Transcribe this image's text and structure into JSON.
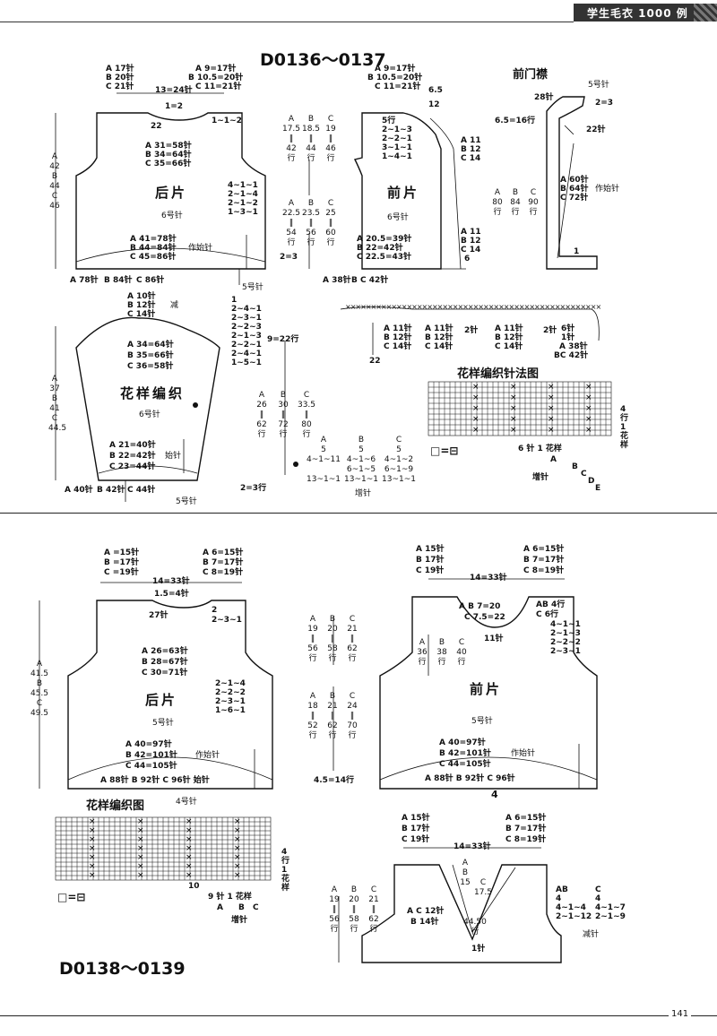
{
  "header": {
    "book_title": "学生毛衣 1000 例"
  },
  "page_number": "141",
  "top": {
    "section_title": "D0136～0137",
    "back": {
      "label": "后片",
      "needle": "6号针",
      "shoulder_left": [
        "A 17针",
        "B 20针",
        "C 21针"
      ],
      "shoulder_right": [
        "A 9=17针",
        "B 10.5=20针",
        "C 11=21针"
      ],
      "neck_width": "13=24针",
      "neck_top": "1=2",
      "neck_mark": "22",
      "neck_dec": "1~1~2",
      "chest": [
        "A 31=58针",
        "B 34=64针",
        "C 35=66针"
      ],
      "armhole_dec": [
        "4~1~1",
        "2~1~4",
        "2~1~2",
        "1~3~1"
      ],
      "hem": [
        "A 41=78针",
        "B 44=84针",
        "C 45=86针"
      ],
      "hem_note": "作始针",
      "bottom": [
        "A 78针",
        "B 84针",
        "C 86针"
      ],
      "bottom_needle": "5号针",
      "height": [
        "A",
        "42",
        "B",
        "44",
        "C",
        "46"
      ]
    },
    "mid_rows_a": {
      "heads": [
        "A",
        "B",
        "C"
      ],
      "vals": [
        "17.5",
        "18.5",
        "19"
      ],
      "rows": [
        "42",
        "44",
        "46"
      ],
      "unit": "行"
    },
    "mid_rows_b": {
      "heads": [
        "A",
        "B",
        "C"
      ],
      "vals": [
        "22.5",
        "23.5",
        "25"
      ],
      "rows": [
        "54",
        "56",
        "60"
      ],
      "unit": "行"
    },
    "mid_rib": "2=3",
    "front": {
      "label": "前片",
      "needle": "6号针",
      "shoulder": [
        "A 9=17针",
        "B 10.5=20针",
        "C 11=21针"
      ],
      "collar": "6.5",
      "collar_mark": "12",
      "neck_dec": [
        "5行",
        "2~1~3",
        "2~2~1",
        "3~1~1",
        "1~4~1"
      ],
      "side_a": [
        "A 11",
        "B 12",
        "C 14"
      ],
      "side_b": [
        "A 11",
        "B 12",
        "C 14"
      ],
      "side_num": "6",
      "hem": [
        "A 20.5=39针",
        "B 22=42针",
        "C 22.5=43针"
      ],
      "bottom": [
        "A 38针",
        "B C 42针"
      ],
      "height": [
        "A",
        "80",
        "B",
        "84",
        "C",
        "90"
      ],
      "height_unit": "行"
    },
    "placket": {
      "title": "前门襟",
      "needle": "5号针",
      "width": "28针",
      "top": "2=3",
      "rows": "6.5=16行",
      "mark": "22针",
      "counts": [
        "A 60针",
        "B 64针",
        "C 72针"
      ],
      "note": "作始针",
      "one": "1"
    },
    "sleeve": {
      "label": "花样编织",
      "needle": "6号针",
      "top": [
        "A 10针",
        "B 12针",
        "C 14针"
      ],
      "top_note": "减",
      "cap_dec": [
        "1",
        "2~4~1",
        "2~3~1",
        "2~2~3",
        "2~1~3",
        "2~2~1",
        "2~4~1",
        "1~5~1"
      ],
      "cap_rows": "9=22行",
      "upper": [
        "A 34=64针",
        "B 35=66针",
        "C 36=58针"
      ],
      "hem": [
        "A 21=40针",
        "B 22=42针",
        "C 23=44针"
      ],
      "hem_note": "始针",
      "bottom": [
        "A 40针",
        "B 42针",
        "C 44针"
      ],
      "bottom_needle": "5号针",
      "height": [
        "A",
        "37",
        "B",
        "41",
        "C",
        "44.5"
      ],
      "rib": "2=3行",
      "rows_heads": [
        "A",
        "B",
        "C"
      ],
      "rows_vals": [
        "26",
        "30",
        "33.5"
      ],
      "rows_rows": [
        "62",
        "72",
        "80"
      ],
      "rows_unit": "行",
      "inc_heads": [
        "A",
        "B",
        "C"
      ],
      "inc_rows": [
        [
          "5",
          "5",
          "5"
        ],
        [
          "4~1~11",
          "4~1~6",
          "4~1~2"
        ],
        [
          "",
          "6~1~5",
          "6~1~9"
        ],
        [
          "13~1~1",
          "13~1~1",
          "13~1~1"
        ]
      ],
      "inc_note": "增针"
    },
    "crochet": {
      "labels_a": [
        "A 11针",
        "B 12针",
        "C 14针"
      ],
      "labels_b": [
        "A 11针",
        "B 12针",
        "C 14针"
      ],
      "mid1": "2针",
      "mid2": "2针",
      "right": [
        "6针",
        "1针"
      ],
      "right_labels": [
        "A 38针",
        "BC 42针"
      ],
      "mark": "22"
    },
    "chart": {
      "title": "花样编织针法图",
      "rows_note": [
        "4",
        "行",
        "1",
        "花",
        "样"
      ],
      "repeat": "6 针 1 花样",
      "marks": [
        "A",
        "B",
        "C",
        "D",
        "E"
      ],
      "inc": "增针",
      "legend": "□=⊟"
    }
  },
  "bottom": {
    "section_title": "D0138～0139",
    "back": {
      "label": "后片",
      "needle": "5号针",
      "shoulder_left": [
        "A =15针",
        "B =17针",
        "C =19针"
      ],
      "shoulder_right": [
        "A 6=15针",
        "B 7=17针",
        "C 8=19针"
      ],
      "neck_width": "14=33针",
      "neck_top": "1.5=4针",
      "neck_mark": "27针",
      "neck_dec": [
        "2",
        "2~3~1"
      ],
      "chest": [
        "A 26=63针",
        "B 28=67针",
        "C 30=71针"
      ],
      "armhole_dec": [
        "2~1~4",
        "2~2~2",
        "2~3~1",
        "1~6~1"
      ],
      "hem": [
        "A 40=97针",
        "B 42=101针",
        "C 44=105针"
      ],
      "hem_note": "作始针",
      "bottom": "A 88针 B 92针 C 96针 始针",
      "height": [
        "A",
        "41.5",
        "B",
        "45.5",
        "C",
        "49.5"
      ]
    },
    "mid_rows_a": {
      "heads": [
        "A",
        "B",
        "C"
      ],
      "vals": [
        "19",
        "20",
        "21"
      ],
      "rows": [
        "56",
        "58",
        "62"
      ],
      "unit": "行"
    },
    "mid_rows_b": {
      "heads": [
        "A",
        "B",
        "C"
      ],
      "vals": [
        "18",
        "21",
        "24"
      ],
      "rows": [
        "52",
        "62",
        "70"
      ],
      "unit": "行"
    },
    "mid_rib": "4.5=14行",
    "front": {
      "label": "前片",
      "needle": "5号针",
      "shoulder_left": [
        "A 15针",
        "B 17针",
        "C 19针"
      ],
      "shoulder_right": [
        "A 6=15针",
        "B 7=17针",
        "C 8=19针"
      ],
      "neck_width": "14=33针",
      "neck_center": [
        "A B 7=20",
        "C 7.5=22"
      ],
      "neck_mark": "11针",
      "neck_right": [
        "AB 4行",
        "C 6行"
      ],
      "neck_dec": [
        "4~1~1",
        "2~1~3",
        "2~2~2",
        "2~3~1"
      ],
      "side_heads": [
        "A",
        "B",
        "C"
      ],
      "side_vals": [
        "36",
        "38",
        "40"
      ],
      "side_unit": "行",
      "hem": [
        "A 40=97针",
        "B 42=101针",
        "C 44=105针"
      ],
      "hem_note": "作始针",
      "bottom": "A 88针 B 92针 C 96针",
      "bottom_mark": "4"
    },
    "chart": {
      "title": "花样编织图",
      "needle": "4号针",
      "rows_note": [
        "4",
        "行",
        "1",
        "花",
        "样"
      ],
      "repeat": "9 针 1 花样",
      "marks": [
        "A",
        "B",
        "C"
      ],
      "inc": "增针",
      "legend": "□=⊟",
      "num": "10"
    },
    "vneck": {
      "shoulder_left": [
        "A 15针",
        "B 17针",
        "C 19针"
      ],
      "shoulder_right": [
        "A 6=15针",
        "B 7=17针",
        "C 8=19针"
      ],
      "neck_width": "14=33针",
      "center": [
        "A",
        "B",
        "15",
        "C",
        "17.5",
        "44.50",
        "行"
      ],
      "left_labels": [
        "A C 12针",
        "B 14针"
      ],
      "one": "1针",
      "rows_heads": [
        "A",
        "B",
        "C"
      ],
      "rows_vals": [
        "19",
        "20",
        "21"
      ],
      "rows_rows": [
        "56",
        "58",
        "62"
      ],
      "rows_unit": "行",
      "dec_heads": [
        "AB",
        "C"
      ],
      "dec_rows": [
        [
          "4",
          "4"
        ],
        [
          "4~1~4",
          "4~1~7"
        ],
        [
          "2~1~12",
          "2~1~9"
        ]
      ],
      "dec_note": "减针"
    }
  }
}
